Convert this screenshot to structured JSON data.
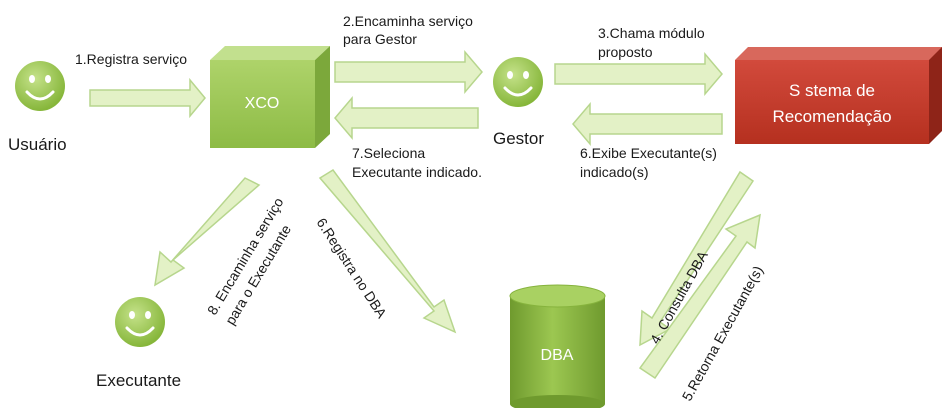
{
  "nodes": {
    "usuario": {
      "label": "Usuário",
      "icon": "smiley-icon"
    },
    "xco": {
      "label": "XCO",
      "shape": "cube"
    },
    "gestor": {
      "label": "Gestor",
      "icon": "smiley-icon"
    },
    "sistema": {
      "label_line1": "S stema de",
      "label_line2": "Recomendação",
      "shape": "3d-box"
    },
    "executante": {
      "label": "Executante",
      "icon": "smiley-icon"
    },
    "dba": {
      "label": "DBA",
      "shape": "cylinder"
    }
  },
  "edges": {
    "e1": {
      "label": "1.Registra serviço"
    },
    "e2": {
      "label_line1": "2.Encaminha serviço",
      "label_line2": "para Gestor"
    },
    "e3": {
      "label_line1": "3.Chama módulo",
      "label_line2": "proposto"
    },
    "e4": {
      "label": "4. Consulta DBA"
    },
    "e5": {
      "label": "5.Retorna Executante(s)"
    },
    "e6a": {
      "label_line1": "6.Exibe Executante(s)",
      "label_line2": "indicado(s)"
    },
    "e6b": {
      "label": "6.Registra no DBA"
    },
    "e7": {
      "label_line1": "7.Seleciona",
      "label_line2": "Executante indicado."
    },
    "e8": {
      "label_line1": "8. Encaminha serviço",
      "label_line2": "para o Executante"
    }
  },
  "colors": {
    "arrow_fill": "#e3f1c6",
    "arrow_stroke": "#b7d68d",
    "green_light": "#a4cc5c",
    "green_dark": "#6f9a2e",
    "red_front": "#c0392b",
    "red_dark": "#8e2418",
    "smiley": "#9cc451"
  }
}
